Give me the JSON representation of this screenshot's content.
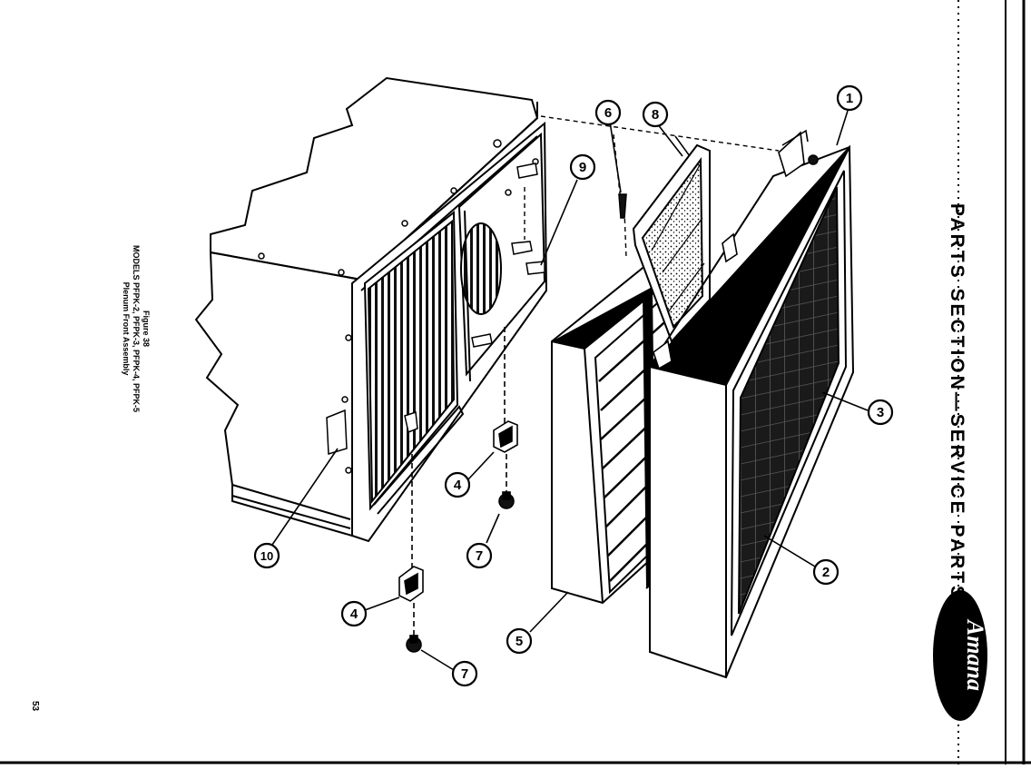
{
  "header": {
    "title": "PARTS SECTION—SERVICE PARTS"
  },
  "figure": {
    "number": "Figure 38",
    "models": "MODELS PFPK-2, PFPK-3, PFPK-4, PFPK-5",
    "name": "Plenum Front Assembly"
  },
  "page_number": "53",
  "brand": {
    "logo_text": "Amana"
  },
  "callouts": [
    "1",
    "2",
    "3",
    "4",
    "4",
    "5",
    "6",
    "7",
    "7",
    "8",
    "9",
    "10"
  ]
}
